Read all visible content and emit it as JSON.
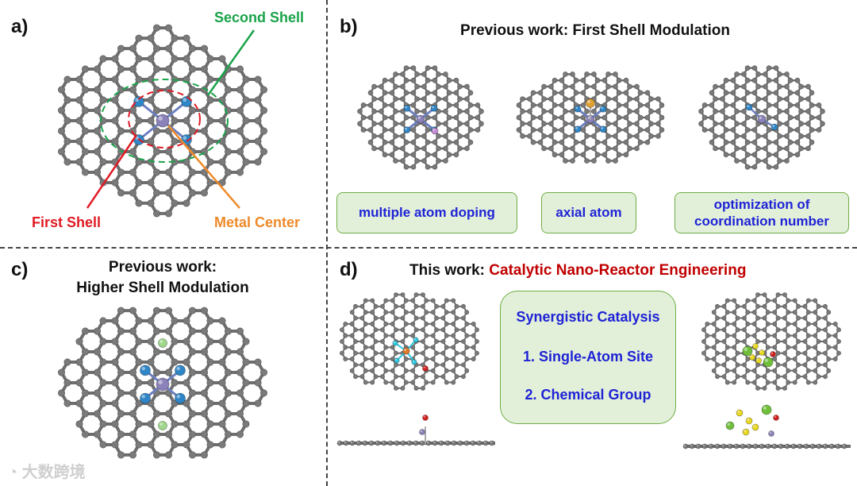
{
  "panel_a": {
    "letter": "a)",
    "label_second_shell": "Second Shell",
    "label_first_shell": "First Shell",
    "label_metal_center": "Metal Center",
    "colors": {
      "second": "#1aa34a",
      "first": "#e01b24",
      "metal": "#ee8a2a"
    }
  },
  "panel_b": {
    "letter": "b)",
    "title": "Previous work: First Shell Modulation",
    "boxes": [
      "multiple atom doping",
      "axial atom",
      "optimization of coordination number"
    ]
  },
  "panel_c": {
    "letter": "c)",
    "title_line1": "Previous work:",
    "title_line2": "Higher Shell Modulation"
  },
  "panel_d": {
    "letter": "d)",
    "title_prefix": "This work: ",
    "title_highlight": "Catalytic Nano-Reactor Engineering",
    "box_lines": [
      "Synergistic Catalysis",
      "1. Single-Atom Site",
      "2. Chemical Group"
    ],
    "highlight_color": "#c00000"
  },
  "watermark": "大数跨境",
  "colors": {
    "carbon": "#7a7a7a",
    "nitrogen": "#2f86c6",
    "metal": "#8a82b8",
    "box_fill": "#e2f0d9",
    "box_border": "#70ad47",
    "box_text": "#1f23d6"
  }
}
